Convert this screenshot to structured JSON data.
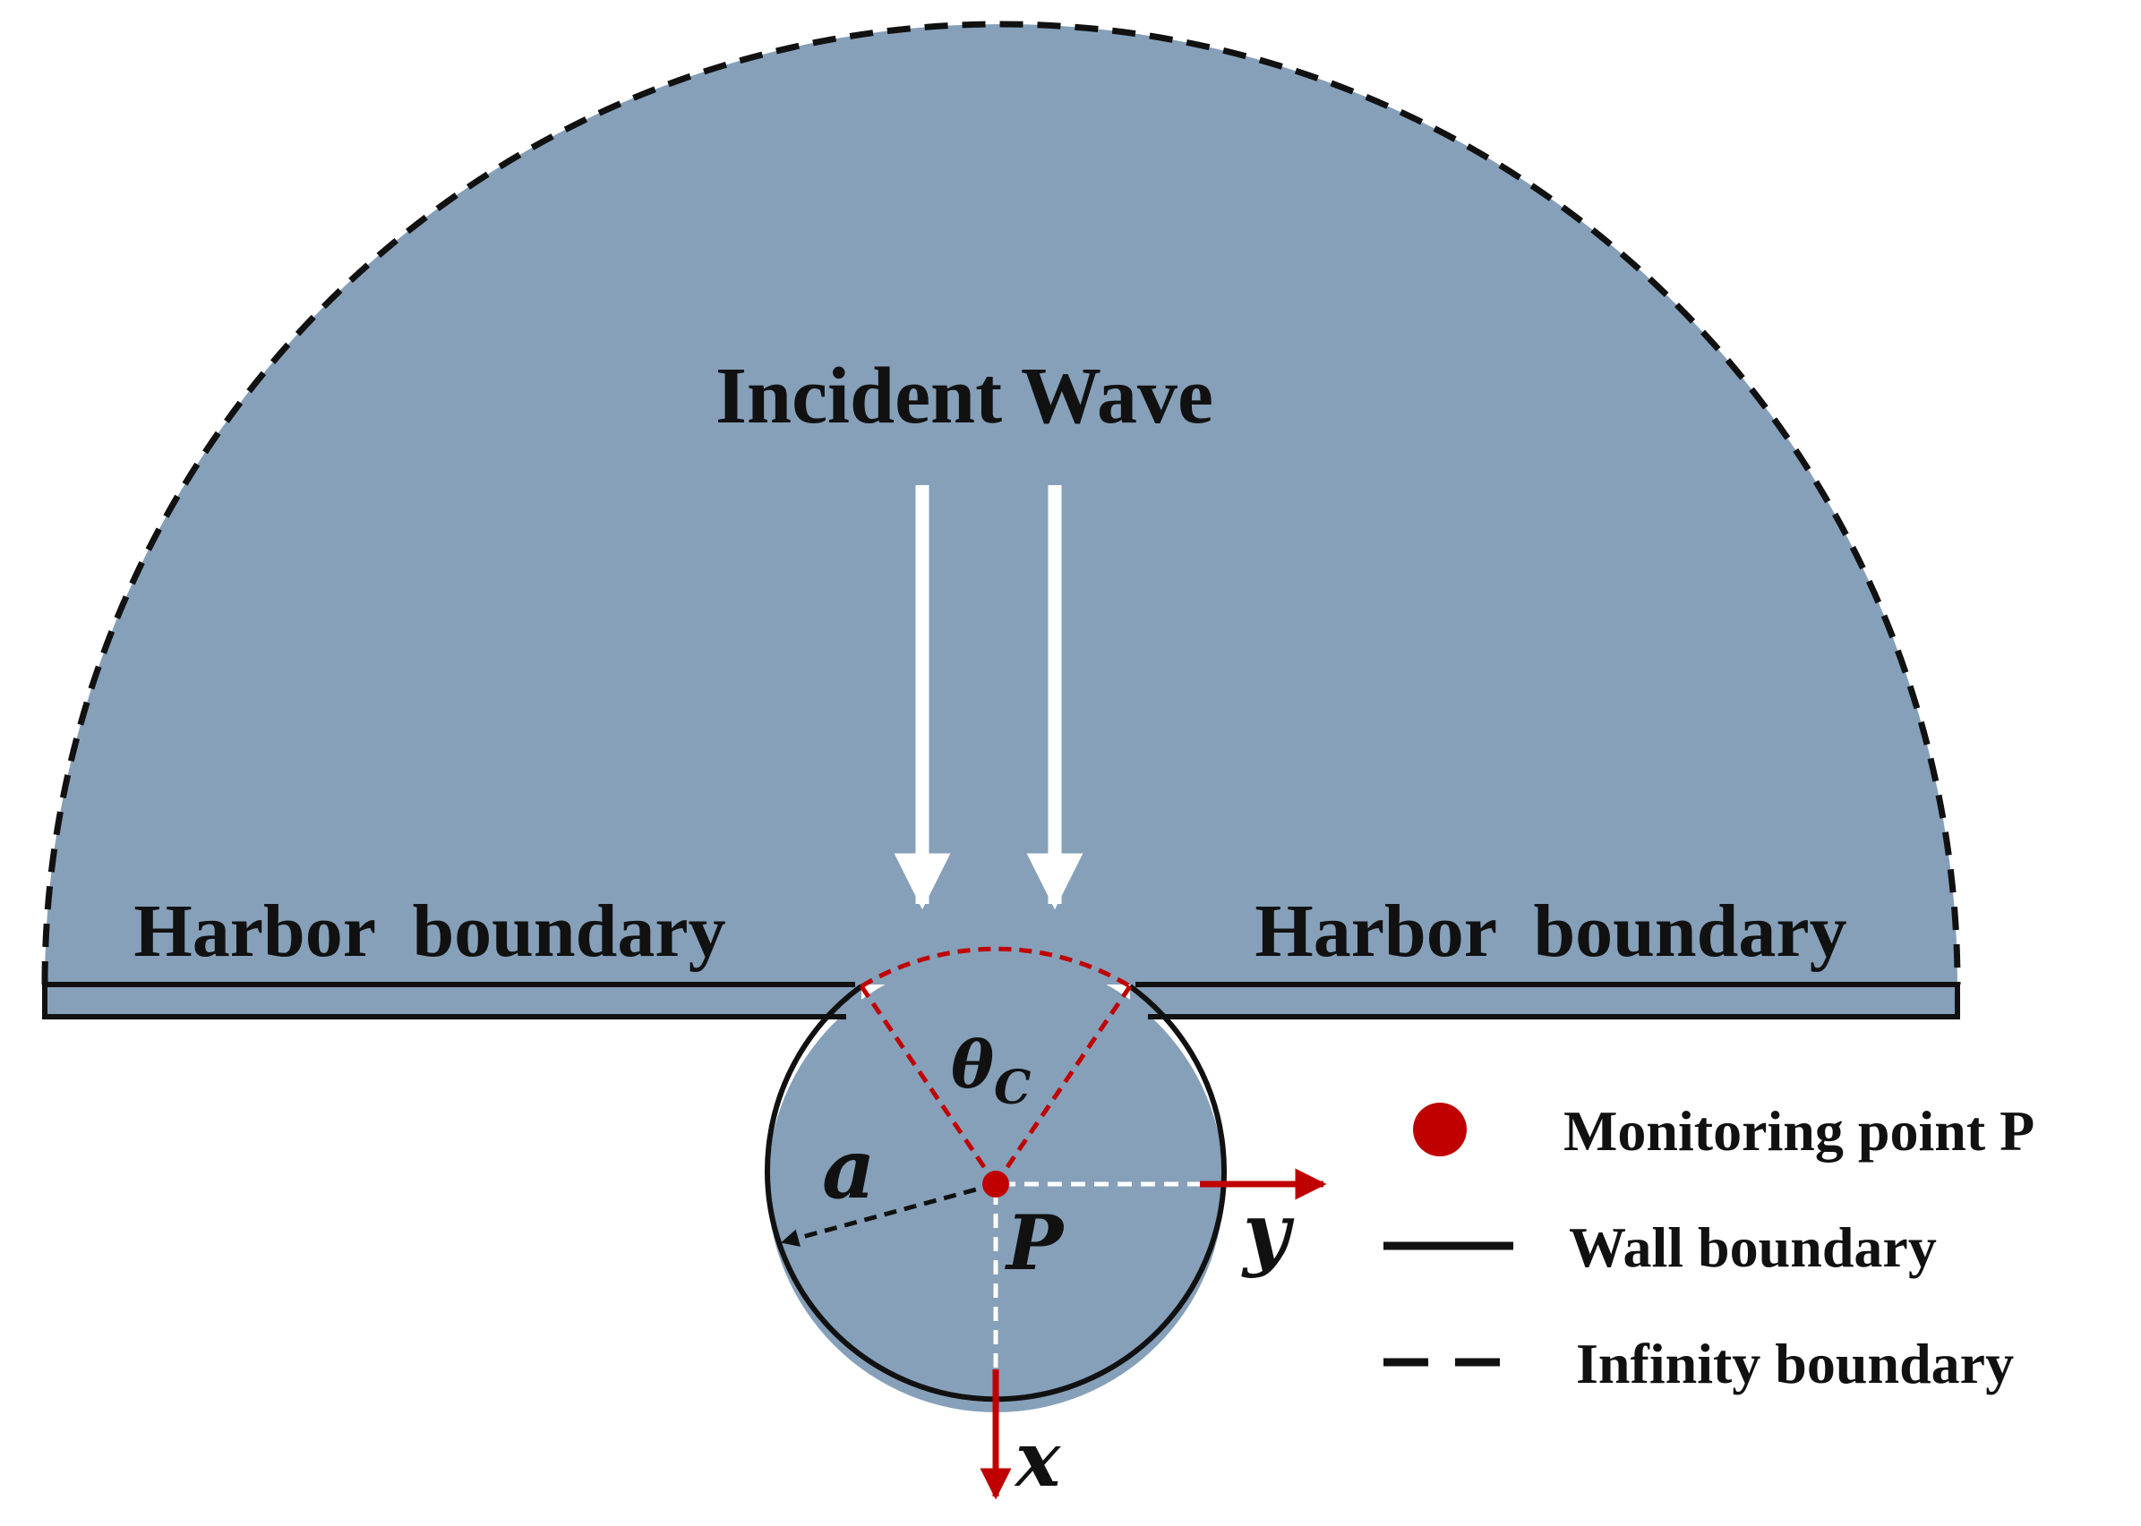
{
  "title": "Incident Wave",
  "labels": {
    "harbor_left": "Harbor  boundary",
    "harbor_right": "Harbor  boundary",
    "theta_main": "θ",
    "theta_sub": "C",
    "radius": "a",
    "point": "P",
    "axis_x": "x",
    "axis_y": "y"
  },
  "legend": {
    "monitoring": "Monitoring point P",
    "wall": "Wall boundary",
    "infinity": "Infinity boundary"
  },
  "colors": {
    "water": "#86a0b9",
    "accent_red": "#c00000",
    "line": "#111111",
    "arrow_white": "#ffffff"
  }
}
